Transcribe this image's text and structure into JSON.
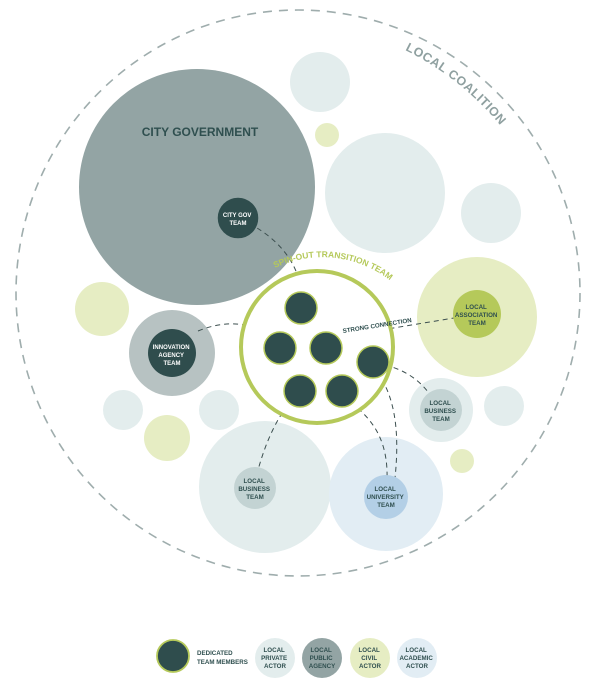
{
  "coalition_label": "LOCAL COALITION",
  "city_government": {
    "title": "CITY GOVERNMENT",
    "team_label": [
      "CITY GOV",
      "TEAM"
    ]
  },
  "spin_out": {
    "label": "SPIN-OUT TRANSITION TEAM",
    "strong_connection": "STRONG CONNECTION"
  },
  "nodes": {
    "innovation": [
      "INNOVATION",
      "AGENCY",
      "TEAM"
    ],
    "association": [
      "LOCAL",
      "ASSOCIATION",
      "TEAM"
    ],
    "business_right": [
      "LOCAL",
      "BUSINESS",
      "TEAM"
    ],
    "business_bottom": [
      "LOCAL",
      "BUSINESS",
      "TEAM"
    ],
    "university": [
      "LOCAL",
      "UNIVERSITY",
      "TEAM"
    ]
  },
  "legend": {
    "dedicated": [
      "DEDICATED",
      "TEAM MEMBERS"
    ],
    "private": [
      "LOCAL",
      "PRIVATE",
      "ACTOR"
    ],
    "public": [
      "LOCAL",
      "PUBLIC",
      "AGENCY"
    ],
    "civil": [
      "LOCAL",
      "CIVIL",
      "ACTOR"
    ],
    "academic": [
      "LOCAL",
      "ACADEMIC",
      "ACTOR"
    ]
  },
  "colors": {
    "dark_teal": "#2f4d4d",
    "public_gray": "#93a4a4",
    "private_light": "#e3eded",
    "civil_green": "#e6edc3",
    "academic_blue": "#e2edf4",
    "spin_out_green": "#b5c95a"
  }
}
